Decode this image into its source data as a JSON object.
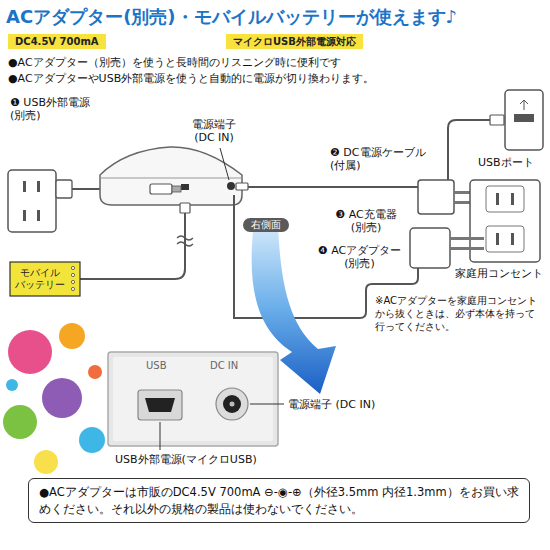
{
  "diagram": {
    "title": "ACアダプター(別売)・モバイルバッテリーが使えます♪",
    "nodes": [
      {
        "text": [
          "DC4.5V 700mA"
        ]
      },
      {
        "text": [
          "マイクロUSB外部電源対応"
        ]
      },
      {
        "text": [
          "右側面"
        ]
      },
      {
        "text": [
          "モバイルバッテリー"
        ]
      },
      {
        "text": [
          "USB",
          "DC IN"
        ]
      },
      {
        "text": [
          "●ACアダプターは市販のDC4.5V 700mA ⊖-◉-⊕（外径3.5mm 内径1.3mm）をお買い求めください。それ以外の規格の製品は使わないでください。"
        ]
      }
    ],
    "labels": [
      "●ACアダプター（別売）を使うと長時間のリスニング時に便利です",
      "●ACアダプターやUSB外部電源を使うと自動的に電源が切り換わります。",
      "❶ USB外部電源 (別売)",
      "電源端子 (DC IN)",
      "❷ DC電源ケーブル (付属)",
      "USBポート",
      "❸ AC充電器 (別売)",
      "❹ ACアダプター (別売)",
      "家庭用コンセント",
      "※ACアダプターを家庭用コンセントから抜くときは、必ず本体を持って行ってください。",
      "電源端子 (DC IN)",
      "USB外部電源(マイクロUSB)"
    ]
  }
}
